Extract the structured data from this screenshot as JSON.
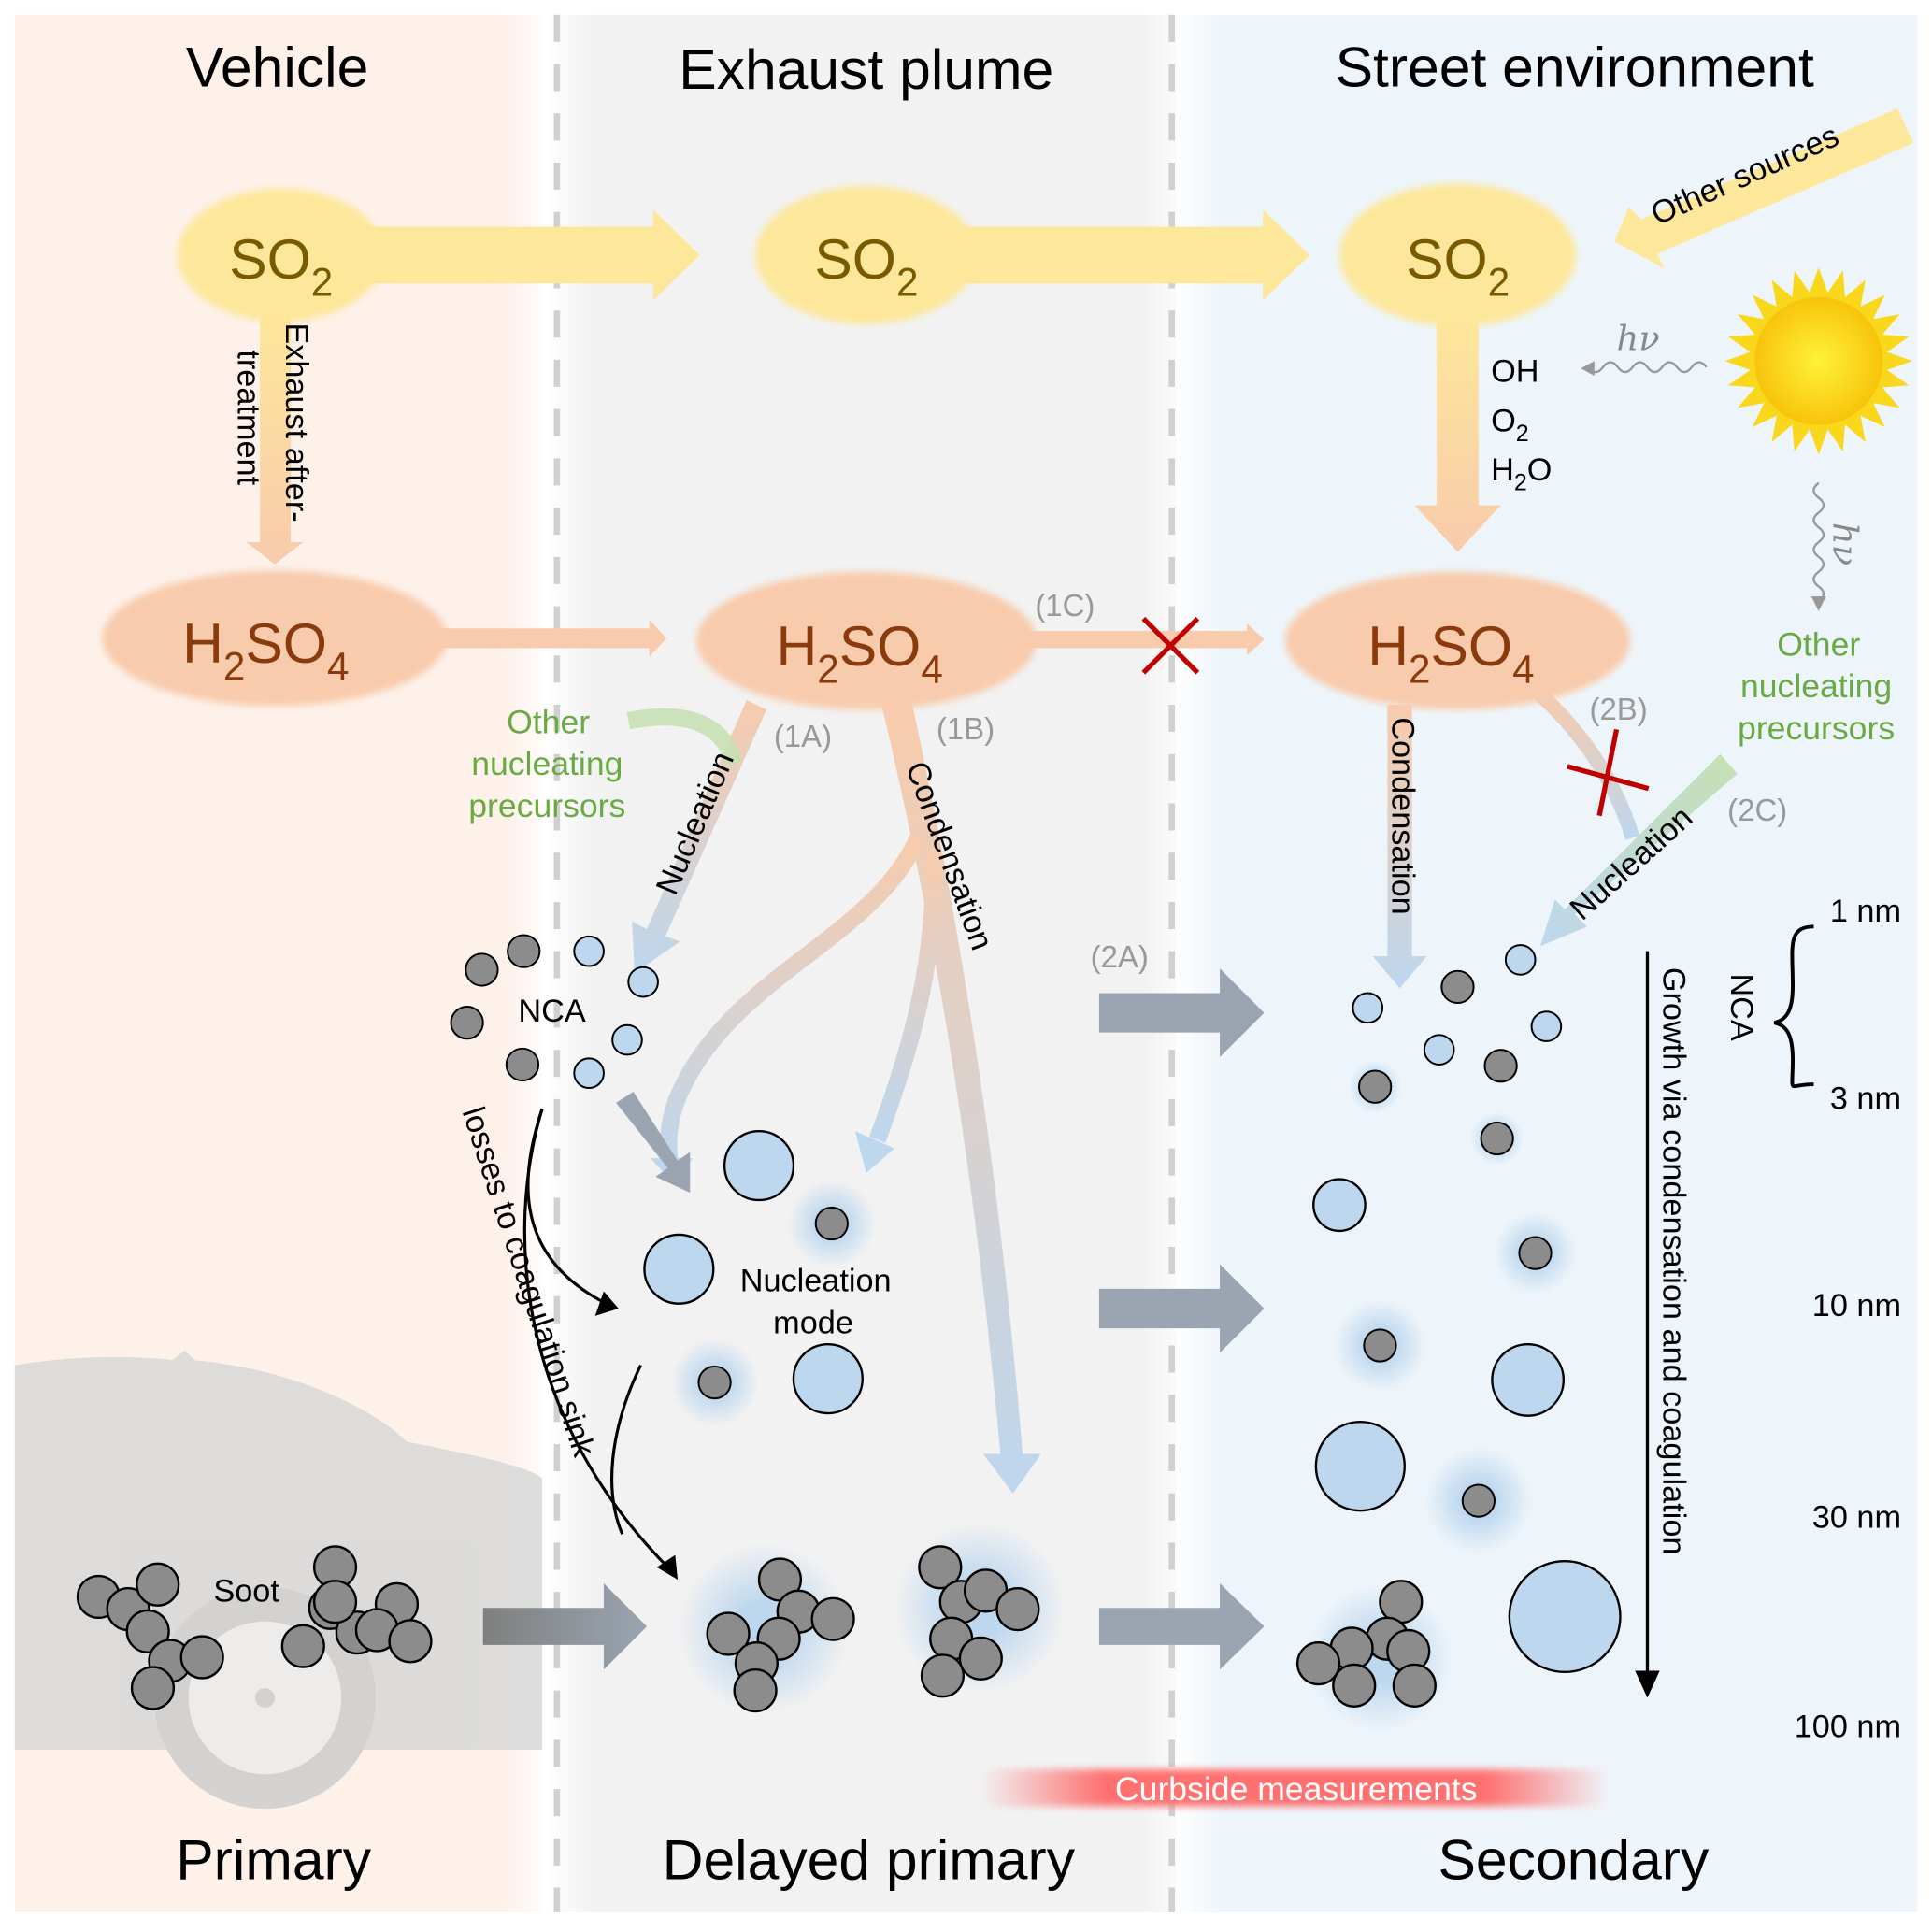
{
  "columns": {
    "vehicle": {
      "title": "Vehicle",
      "footer": "Primary"
    },
    "plume": {
      "title": "Exhaust plume",
      "footer": "Delayed primary"
    },
    "street": {
      "title": "Street environment",
      "footer": "Secondary"
    }
  },
  "species": {
    "so2": {
      "base": "SO",
      "sub": "2"
    },
    "h2so4": {
      "a": "H",
      "sub1": "2",
      "b": "SO",
      "sub2": "4"
    }
  },
  "labels": {
    "exhaust_line1": "Exhaust after-",
    "exhaust_line2": "treatment",
    "other_sources": "Other sources",
    "oh": "OH",
    "o2_base": "O",
    "o2_sub": "2",
    "h2o_a": "H",
    "h2o_sub": "2",
    "h2o_b": "O",
    "hv": "hν",
    "other_nucleating_1": "Other",
    "other_nucleating_2": "nucleating",
    "other_nucleating_3": "precursors",
    "nucleation": "Nucleation",
    "condensation": "Condensation",
    "nca": "NCA",
    "nucleation_mode_1": "Nucleation",
    "nucleation_mode_2": "mode",
    "losses": "losses to coagulation sink",
    "soot": "Soot",
    "growth": "Growth via condensation and coagulation",
    "curbside": "Curbside measurements"
  },
  "pathways": {
    "p1A": "(1A)",
    "p1B": "(1B)",
    "p1C": "(1C)",
    "p2A": "(2A)",
    "p2B": "(2B)",
    "p2C": "(2C)"
  },
  "size_scale": [
    "1 nm",
    "3 nm",
    "10 nm",
    "30 nm",
    "100 nm"
  ],
  "colors": {
    "vehicle_bg": "#fdf1ea",
    "plume_bg": "#f2f2f2",
    "street_bg": "#eef5fa",
    "so2_fill": "#fde79a",
    "h2so4_fill": "#f8cbac",
    "particle_blue": "#bdd7ee",
    "particle_gray": "#8c8c8c",
    "transport_arrow": "#9aa5b1",
    "blocked_x": "#c00000",
    "curbside_red": "#ff6f6f"
  }
}
